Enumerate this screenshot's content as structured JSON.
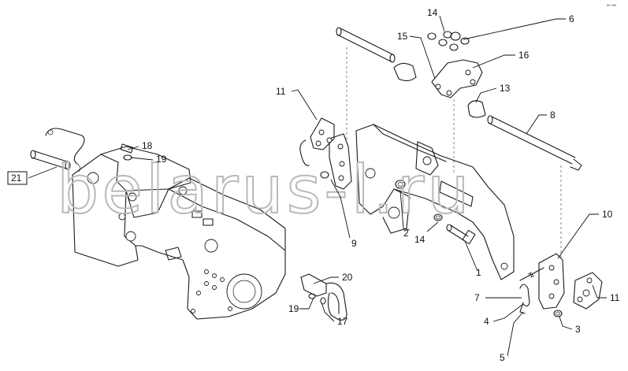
{
  "diagram": {
    "watermark": "belarus-l.ru",
    "corner_mark": "•• •••",
    "callouts": [
      {
        "id": "c21",
        "text": "21"
      },
      {
        "id": "c18",
        "text": "18"
      },
      {
        "id": "c19a",
        "text": "19"
      },
      {
        "id": "c11a",
        "text": "11"
      },
      {
        "id": "c9",
        "text": "9"
      },
      {
        "id": "c14a",
        "text": "14"
      },
      {
        "id": "c6",
        "text": "6"
      },
      {
        "id": "c15",
        "text": "15"
      },
      {
        "id": "c16",
        "text": "16"
      },
      {
        "id": "c13",
        "text": "13"
      },
      {
        "id": "c8",
        "text": "8"
      },
      {
        "id": "c2",
        "text": "2"
      },
      {
        "id": "c14b",
        "text": "14"
      },
      {
        "id": "c1",
        "text": "1"
      },
      {
        "id": "c10",
        "text": "10"
      },
      {
        "id": "c7",
        "text": "7"
      },
      {
        "id": "c11b",
        "text": "11"
      },
      {
        "id": "c4",
        "text": "4"
      },
      {
        "id": "c3",
        "text": "3"
      },
      {
        "id": "c5",
        "text": "5"
      },
      {
        "id": "c20",
        "text": "20"
      },
      {
        "id": "c19b",
        "text": "19"
      },
      {
        "id": "c17",
        "text": "17"
      }
    ]
  }
}
